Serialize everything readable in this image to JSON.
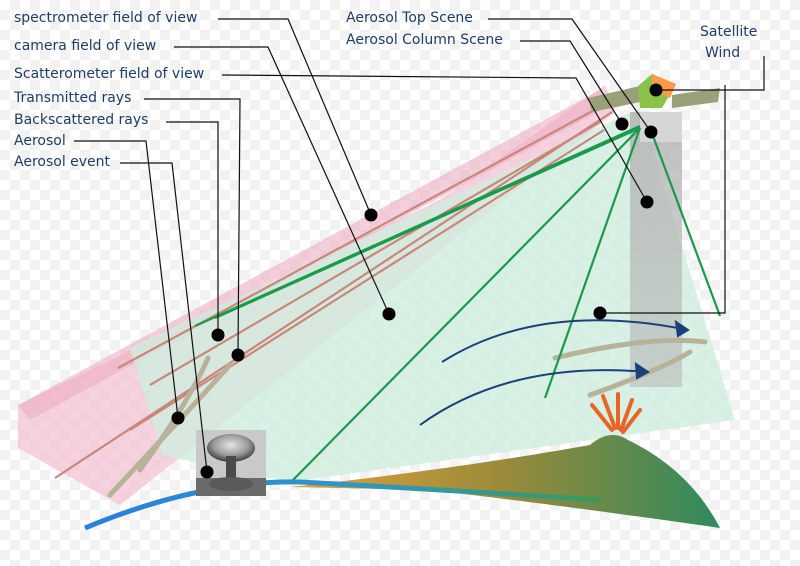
{
  "colors": {
    "label_text": "#1f3d66",
    "leader_line": "#111111",
    "green_line": "#1a9a4a",
    "blue_arrow": "#1d3f7a",
    "spectrometer_fov": "#f3c2d3",
    "camera_fov": "#cfeedd",
    "scatterometer_column": "#9a9a9a",
    "transmitted_rays": "#c8877a",
    "volcano": "#5aa06a",
    "lava": "#e8652a",
    "ground_blue": "#2a7de0",
    "satellite_body": "#8bc34a",
    "satellite_face": "#ff9a4a",
    "solar_panel": "#9aa07a"
  },
  "labels": {
    "spectrometer": "spectrometer field of view",
    "camera": "camera field of view",
    "scatterometer": "Scatterometer field of view",
    "transmitted": "Transmitted rays",
    "backscattered": "Backscattered rays",
    "aerosol": "Aerosol",
    "aerosol_event": "Aerosol event",
    "aerosol_top": "Aerosol Top Scene",
    "aerosol_column": "Aerosol Column Scene",
    "satellite": "Satellite",
    "wind": "Wind"
  },
  "icons": {
    "satellite": "satellite-icon",
    "volcano": "volcano-icon",
    "explosion_photo": "mushroom-cloud-photo",
    "wind_arrows": "wind-arrow-icon"
  }
}
